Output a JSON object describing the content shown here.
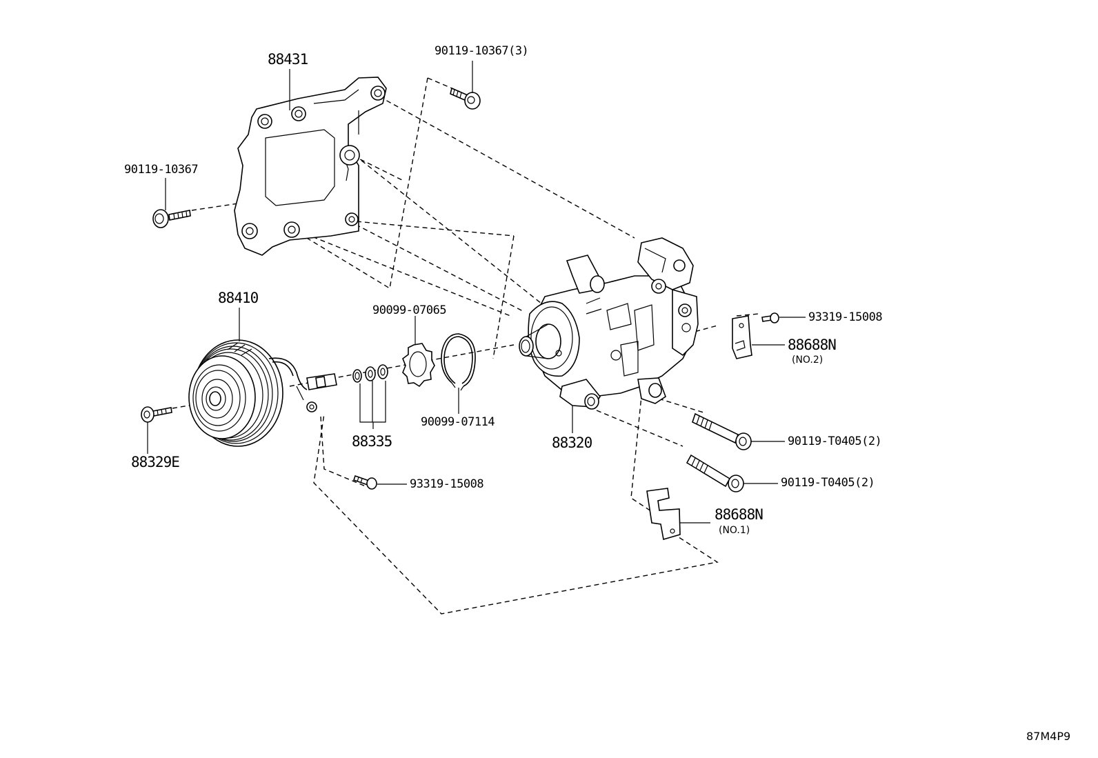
{
  "parts": {
    "bracket": "88431",
    "bracket_bolt_top": "90119-10367(3)",
    "bracket_bolt_left": "90119-10367",
    "clutch_assembly": "88410",
    "snap_ring_a": "90099-07065",
    "snap_ring_b": "90099-07114",
    "shim_set": "88335",
    "clutch_bolt": "88329E",
    "compressor": "88320",
    "screw_right": "93319-15008",
    "screw_bottom": "93319-15008",
    "stay_no2": "88688N",
    "stay_no2_note": "(NO.2)",
    "stay_no1": "88688N",
    "stay_no1_note": "(NO.1)",
    "mount_bolt_a": "90119-T0405(2)",
    "mount_bolt_b": "90119-T0405(2)"
  },
  "diagram_code": "87M4P9"
}
